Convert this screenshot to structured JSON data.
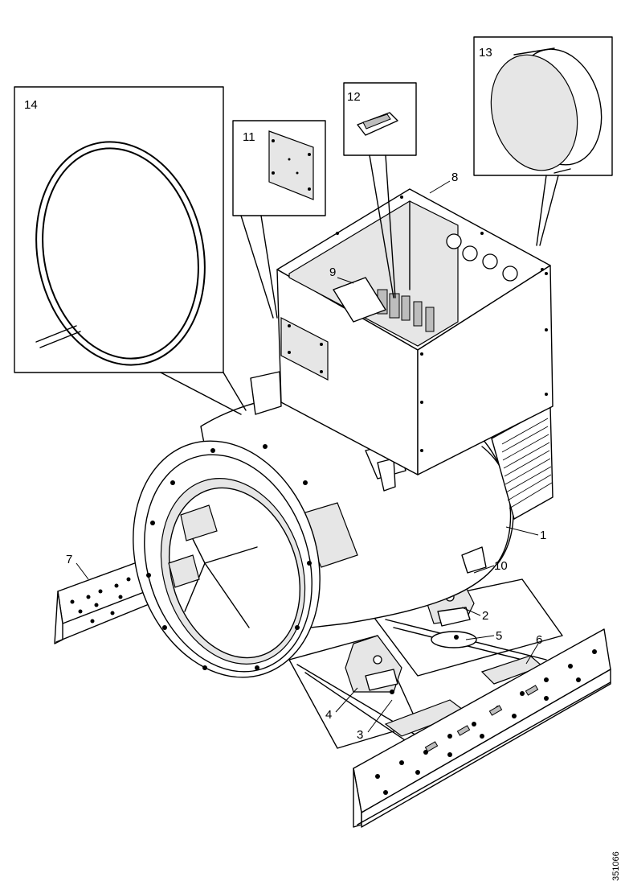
{
  "callouts": [
    {
      "id": "1",
      "label": "1"
    },
    {
      "id": "2",
      "label": "2"
    },
    {
      "id": "3",
      "label": "3"
    },
    {
      "id": "4",
      "label": "4"
    },
    {
      "id": "5",
      "label": "5"
    },
    {
      "id": "6",
      "label": "6"
    },
    {
      "id": "7",
      "label": "7"
    },
    {
      "id": "8",
      "label": "8"
    },
    {
      "id": "9",
      "label": "9"
    },
    {
      "id": "10",
      "label": "10"
    },
    {
      "id": "11",
      "label": "11"
    },
    {
      "id": "12",
      "label": "12"
    },
    {
      "id": "13",
      "label": "13"
    },
    {
      "id": "14",
      "label": "14"
    }
  ],
  "figure_code": "351066"
}
